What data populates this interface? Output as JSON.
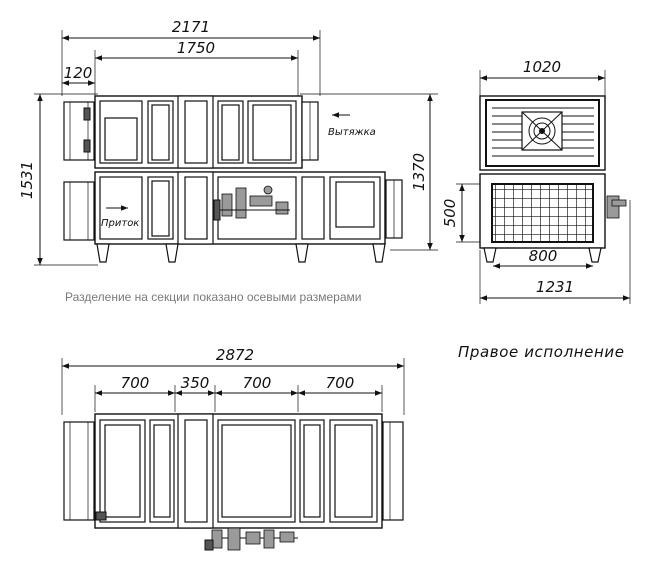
{
  "front_view": {
    "dims": {
      "overall_length": "2171",
      "inner_length": "1750",
      "nozzle": "120",
      "total_height": "1531",
      "lower_height": "1370"
    },
    "labels": {
      "exhaust": "Вытяжка",
      "supply": "Приток"
    }
  },
  "side_view": {
    "dims": {
      "width_top": "1020",
      "section_height": "500",
      "inner_width": "800",
      "total_width": "1231"
    }
  },
  "note": "Разделение на секции показано осевыми размерами",
  "variant_label": "Правое исполнение",
  "plan_view": {
    "dims": {
      "total": "2872",
      "sections": [
        "700",
        "350",
        "700",
        "700"
      ]
    }
  }
}
